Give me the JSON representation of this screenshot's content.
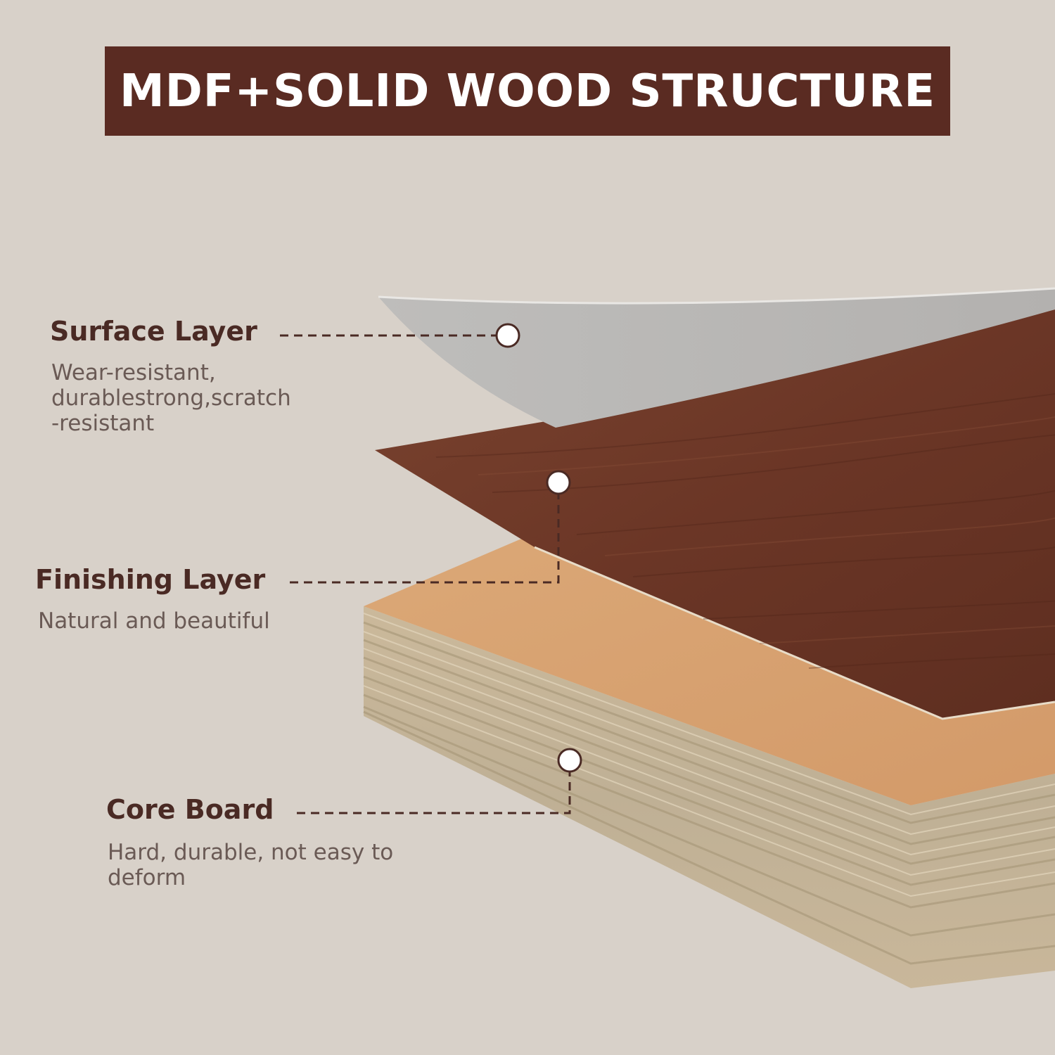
{
  "title": "MDF+SOLID WOOD STRUCTURE",
  "colors": {
    "background": "#d8d1c9",
    "title_bar": "#5a2b22",
    "label_title": "#4a2a24",
    "label_desc": "#6a5a55",
    "surface_layer": "#b9b7b5",
    "finishing_layer": "#6e3a2a",
    "core_board_top": "#d9a374",
    "core_board_edge": "#c7b597"
  },
  "layers": [
    {
      "title": "Surface Layer",
      "description": "Wear-resistant,\ndurablestrong,scratch\n-resistant"
    },
    {
      "title": "Finishing Layer",
      "description": "Natural and beautiful"
    },
    {
      "title": "Core Board",
      "description": "Hard, durable, not easy to\ndeform"
    }
  ]
}
